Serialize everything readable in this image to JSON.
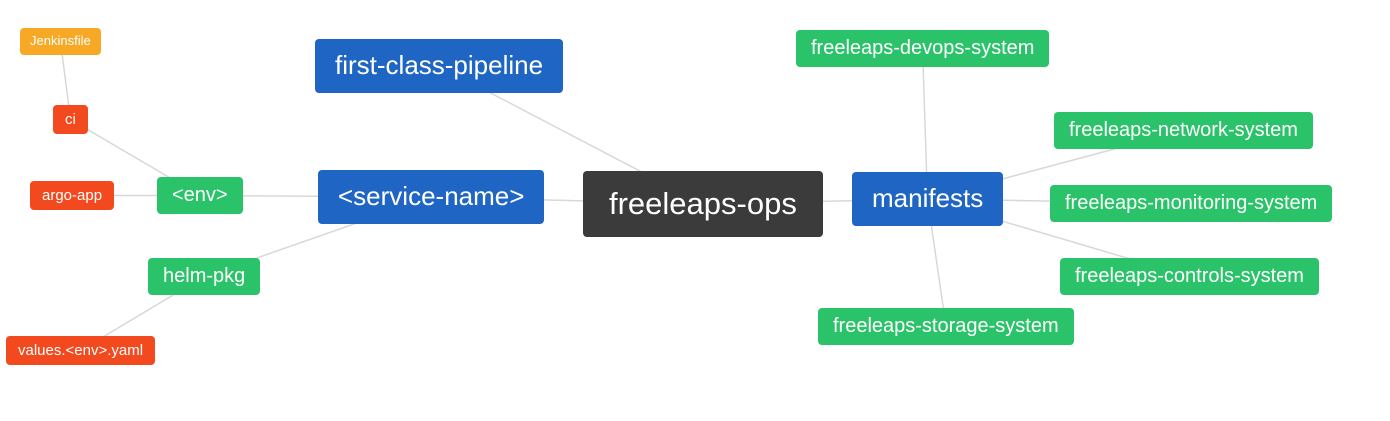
{
  "diagram": {
    "type": "mindmap",
    "background": "#ffffff",
    "edge_color": "#d8d8d8",
    "edge_width": 1.5
  },
  "colors": {
    "root_dark": "#3b3b3b",
    "branch_blue": "#1f66c4",
    "leaf_green": "#2bc36a",
    "leaf_red": "#f3491f",
    "leaf_orange": "#f7a824"
  },
  "nodes": {
    "freeleaps_ops": {
      "label": "freeleaps-ops",
      "color": "#3b3b3b"
    },
    "first_class_pipeline": {
      "label": "first-class-pipeline",
      "color": "#1f66c4"
    },
    "service_name": {
      "label": "<service-name>",
      "color": "#1f66c4"
    },
    "manifests": {
      "label": "manifests",
      "color": "#1f66c4"
    },
    "env": {
      "label": "<env>",
      "color": "#2bc36a"
    },
    "helm_pkg": {
      "label": "helm-pkg",
      "color": "#2bc36a"
    },
    "ci": {
      "label": "ci",
      "color": "#f3491f"
    },
    "argo_app": {
      "label": "argo-app",
      "color": "#f3491f"
    },
    "values_env_yaml": {
      "label": "values.<env>.yaml",
      "color": "#f3491f"
    },
    "jenkinsfile": {
      "label": "Jenkinsfile",
      "color": "#f7a824"
    },
    "devops_system": {
      "label": "freeleaps-devops-system",
      "color": "#2bc36a"
    },
    "network_system": {
      "label": "freeleaps-network-system",
      "color": "#2bc36a"
    },
    "monitoring_system": {
      "label": "freeleaps-monitoring-system",
      "color": "#2bc36a"
    },
    "controls_system": {
      "label": "freeleaps-controls-system",
      "color": "#2bc36a"
    },
    "storage_system": {
      "label": "freeleaps-storage-system",
      "color": "#2bc36a"
    }
  },
  "edges": [
    [
      "jenkinsfile",
      "ci"
    ],
    [
      "ci",
      "env"
    ],
    [
      "argo_app",
      "env"
    ],
    [
      "env",
      "service_name"
    ],
    [
      "helm_pkg",
      "service_name"
    ],
    [
      "values_env_yaml",
      "helm_pkg"
    ],
    [
      "first_class_pipeline",
      "freeleaps_ops"
    ],
    [
      "service_name",
      "freeleaps_ops"
    ],
    [
      "freeleaps_ops",
      "manifests"
    ],
    [
      "manifests",
      "devops_system"
    ],
    [
      "manifests",
      "network_system"
    ],
    [
      "manifests",
      "monitoring_system"
    ],
    [
      "manifests",
      "controls_system"
    ],
    [
      "manifests",
      "storage_system"
    ]
  ]
}
